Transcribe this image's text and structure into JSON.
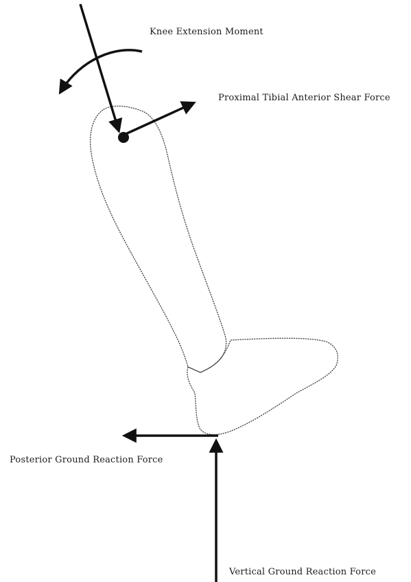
{
  "labels": {
    "knee_moment": "Knee Extension Moment",
    "shear_force": "Proximal Tibial Anterior Shear Force",
    "posterior_grf": "Posterior Ground Reaction Force",
    "vertical_grf": "Vertical Ground Reaction Force"
  },
  "colors": {
    "ink": "#111111",
    "outline": "#444444",
    "background": "#ffffff"
  }
}
